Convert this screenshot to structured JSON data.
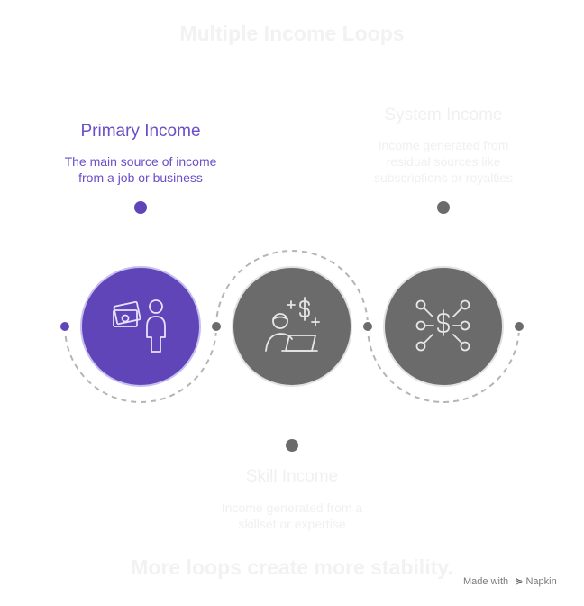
{
  "title": "Multiple Income Loops",
  "footer": "More loops create more stability.",
  "nodes": {
    "primary": {
      "label": "Primary Income",
      "description_lines": [
        "The main source of income",
        "from a job or business"
      ],
      "icon": "money-person-icon"
    },
    "skill": {
      "label": "Skill Income",
      "description_lines": [
        "Income generated from a",
        "skillset or expertise"
      ],
      "icon": "person-laptop-dollar-icon"
    },
    "system": {
      "label": "System Income",
      "description_lines": [
        "Income generated from",
        "residual sources like",
        "subscriptions or royalties"
      ],
      "icon": "dollar-network-icon"
    }
  },
  "branding": {
    "made_with": "Made with",
    "brand": "Napkin"
  },
  "colors": {
    "primary_fill": "#5f45b8",
    "primary_text": "#6a4fc8",
    "node_fill": "#6b6b6b",
    "connector": "#b5b5b5",
    "faded_text": "#f0f0f0"
  }
}
